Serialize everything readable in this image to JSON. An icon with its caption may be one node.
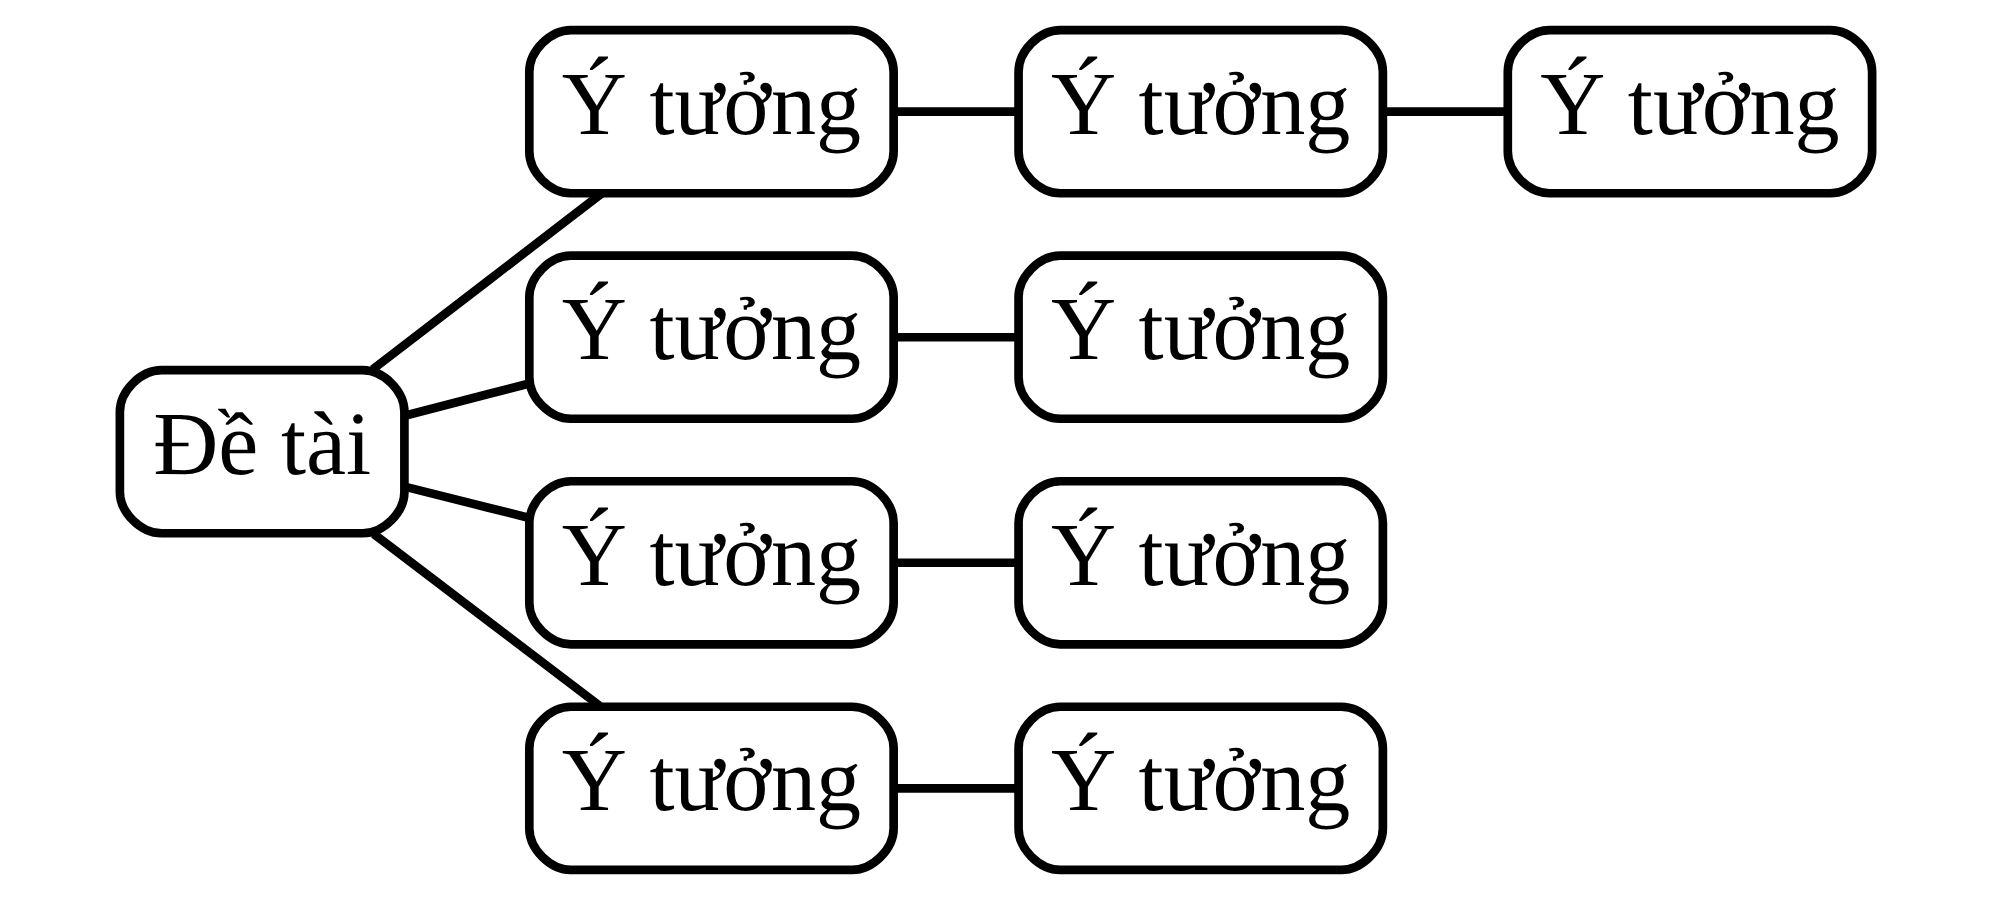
{
  "diagram": {
    "nodes": [
      {
        "text": [
          "Đề tài"
        ]
      },
      {
        "text": [
          "Ý tưởng"
        ]
      },
      {
        "text": [
          "Ý tưởng"
        ]
      },
      {
        "text": [
          "Ý tưởng"
        ]
      },
      {
        "text": [
          "Ý tưởng"
        ]
      },
      {
        "text": [
          "Ý tưởng"
        ]
      },
      {
        "text": [
          "Ý tưởng"
        ]
      },
      {
        "text": [
          "Ý tưởng"
        ]
      },
      {
        "text": [
          "Ý tưởng"
        ]
      },
      {
        "text": [
          "Ý tưởng"
        ]
      }
    ],
    "edges": [
      {
        "from": 0,
        "to": 1,
        "arrow": "none"
      },
      {
        "from": 0,
        "to": 4,
        "arrow": "none"
      },
      {
        "from": 0,
        "to": 6,
        "arrow": "none"
      },
      {
        "from": 0,
        "to": 8,
        "arrow": "none"
      },
      {
        "from": 1,
        "to": 2,
        "arrow": "none"
      },
      {
        "from": 2,
        "to": 3,
        "arrow": "none"
      },
      {
        "from": 4,
        "to": 5,
        "arrow": "none"
      },
      {
        "from": 6,
        "to": 7,
        "arrow": "none"
      },
      {
        "from": 8,
        "to": 9,
        "arrow": "none"
      }
    ]
  }
}
